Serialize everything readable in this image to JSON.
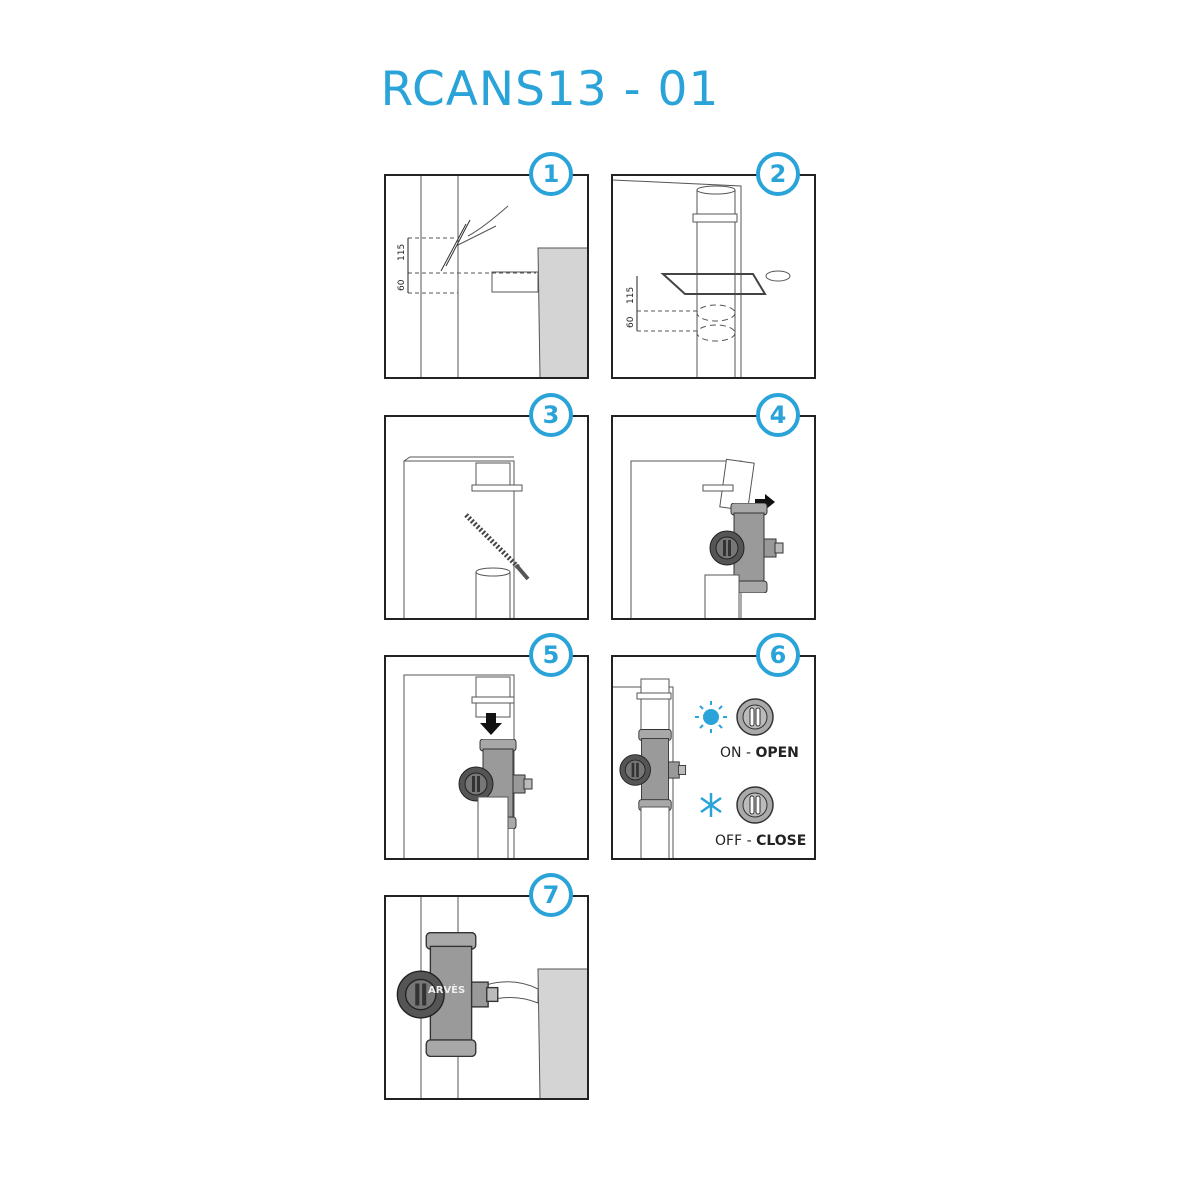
{
  "title": "RCANS13 - 01",
  "steps": [
    {
      "number": "1",
      "dimensions": [
        "115",
        "60"
      ]
    },
    {
      "number": "2",
      "dimensions": [
        "115",
        "60"
      ]
    },
    {
      "number": "3"
    },
    {
      "number": "4"
    },
    {
      "number": "5"
    },
    {
      "number": "6",
      "on_label": "ON - ",
      "on_bold": "OPEN",
      "off_label": "OFF - ",
      "off_bold": "CLOSE"
    },
    {
      "number": "7"
    }
  ],
  "brand": "ARVÈS",
  "colors": {
    "accent": "#29a3d8",
    "line": "#222222",
    "tank": "#d4d4d4",
    "valve": "#9a9a9a"
  }
}
